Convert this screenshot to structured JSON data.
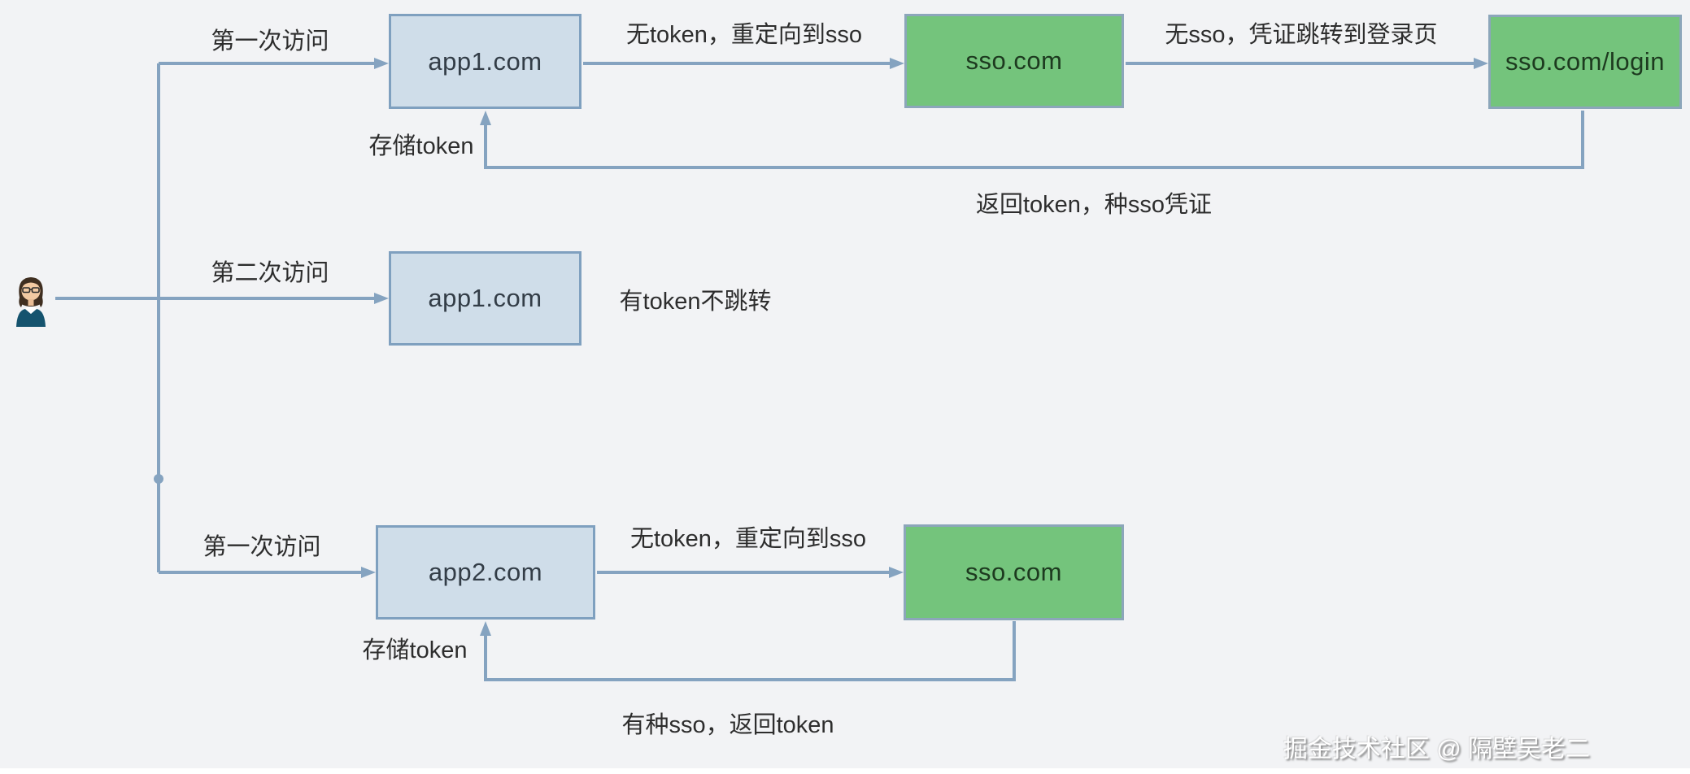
{
  "diagram": {
    "colors": {
      "background": "#f2f3f5",
      "app_box_fill": "#cfdde9",
      "app_box_border": "#7fa0bf",
      "sso_box_fill": "#74c47c",
      "sso_box_border": "#8ca6ba",
      "connector": "#85a3c0",
      "label_text": "#2d2d2d",
      "watermark_text": "#ffffff"
    },
    "actor": {
      "icon_name": "user-woman-icon"
    },
    "nodes": [
      {
        "id": "app1-first",
        "label": "app1.com",
        "type": "app"
      },
      {
        "id": "sso-first",
        "label": "sso.com",
        "type": "sso"
      },
      {
        "id": "sso-login",
        "label": "sso.com/login",
        "type": "sso"
      },
      {
        "id": "app1-second",
        "label": "app1.com",
        "type": "app"
      },
      {
        "id": "app2-first",
        "label": "app2.com",
        "type": "app"
      },
      {
        "id": "sso-second",
        "label": "sso.com",
        "type": "sso"
      }
    ],
    "edge_labels": {
      "first_visit_top": "第一次访问",
      "no_token_redirect_top": "无token，重定向到sso",
      "no_sso_goto_login": "无sso，凭证跳转到登录页",
      "store_token_top": "存储token",
      "return_token_set_sso": "返回token，种sso凭证",
      "second_visit": "第二次访问",
      "has_token_no_jump": "有token不跳转",
      "first_visit_bottom": "第一次访问",
      "no_token_redirect_bottom": "无token，重定向到sso",
      "store_token_bottom": "存储token",
      "has_sso_return_token": "有种sso，返回token"
    },
    "watermark": "掘金技术社区 @ 隔壁吴老二"
  }
}
